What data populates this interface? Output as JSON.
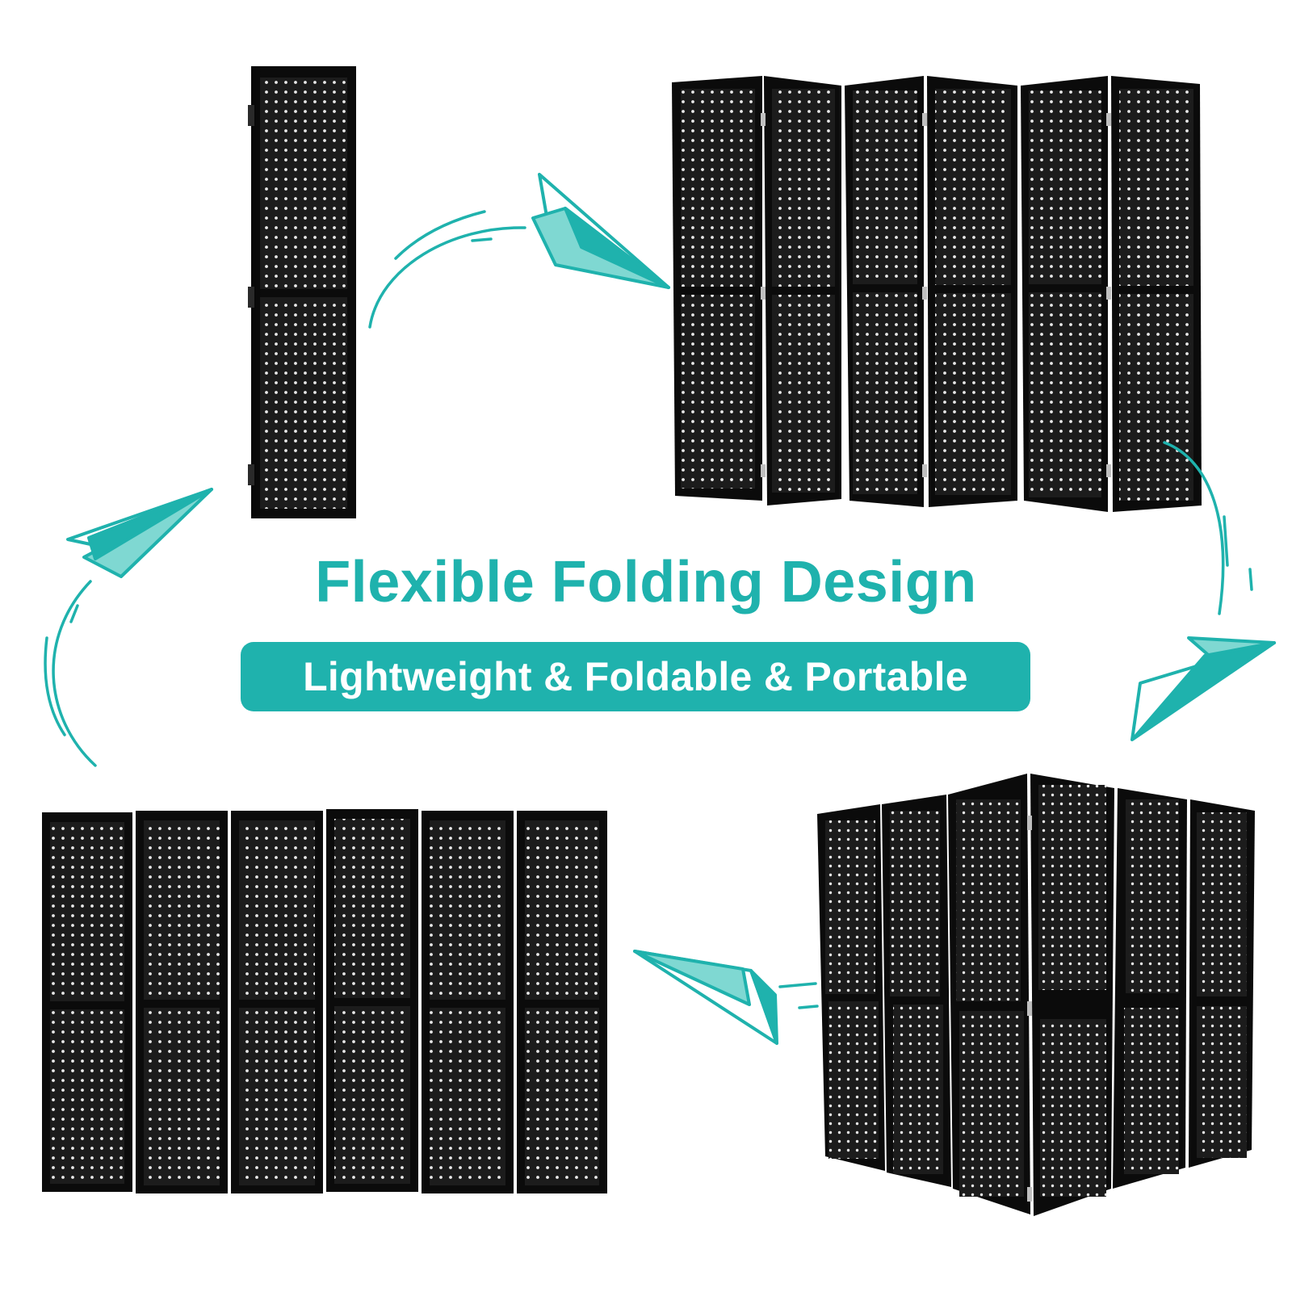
{
  "headline": "Flexible Folding Design",
  "subheadline": "Lightweight & Foldable & Portable",
  "colors": {
    "accent": "#1fb2ad",
    "accent_light": "#7fd8d2",
    "panel": "#1c1c1c",
    "panel_frame": "#0b0b0b",
    "hole": "#e9e9e9",
    "background": "#ffffff"
  },
  "figures": [
    {
      "name": "folded-screen-figure",
      "panels": 1
    },
    {
      "name": "zigzag-screen-figure",
      "panels": 6
    },
    {
      "name": "corner-screen-figure",
      "panels": 6
    },
    {
      "name": "flat-screen-figure",
      "panels": 6
    }
  ],
  "icons": [
    "paper-plane-icon",
    "motion-arrow-icon"
  ]
}
